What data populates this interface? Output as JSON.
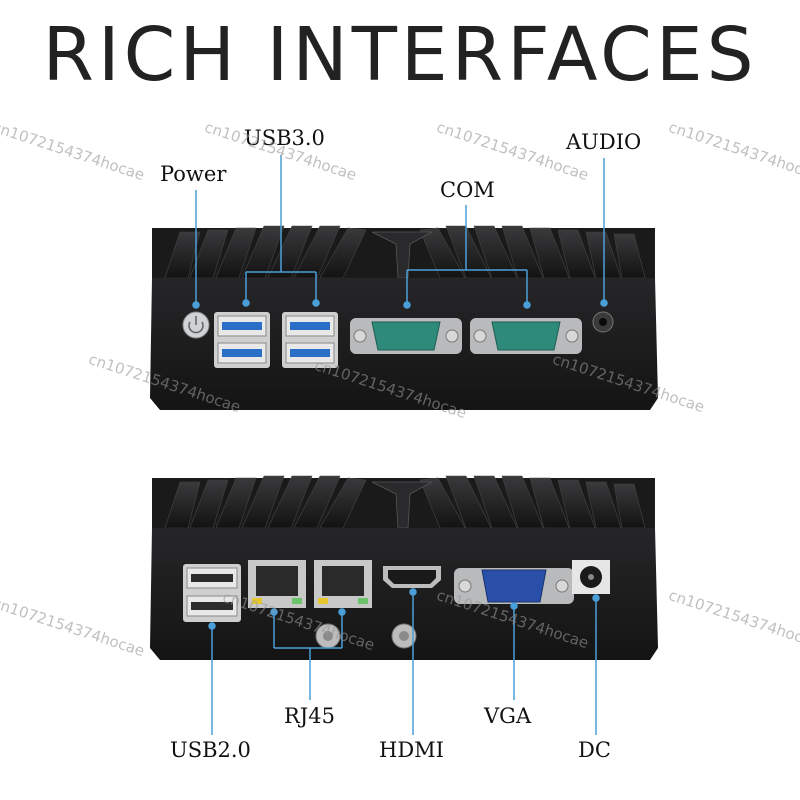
{
  "title": "RICH INTERFACES",
  "watermark": "cn1072154374hocae",
  "top_panel": {
    "labels": {
      "usb3": "USB3.0",
      "power": "Power",
      "com": "COM",
      "audio": "AUDIO"
    }
  },
  "bottom_panel": {
    "labels": {
      "rj45": "RJ45",
      "hdmi": "HDMI",
      "vga": "VGA",
      "usb2": "USB2.0",
      "dc": "DC"
    }
  },
  "colors": {
    "callout": "#4a9fd8",
    "chassis": "#1d1d1f",
    "com_port": "#2e8a7a",
    "vga_port": "#2a4fa8",
    "usb3": "#2a6fc7"
  }
}
